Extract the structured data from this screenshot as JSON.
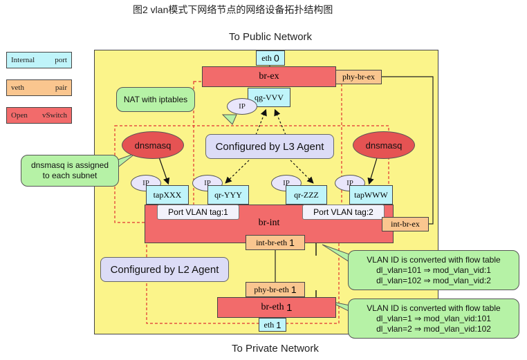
{
  "figure_title": "图2  vlan模式下网络节点的网络设备拓扑结构图",
  "top_label": "To Public Network",
  "bottom_label": "To Private Network",
  "legend": [
    {
      "left": "Internal",
      "right": "port",
      "color": "#bff4fa"
    },
    {
      "left": "veth",
      "right": "pair",
      "color": "#fac68f"
    },
    {
      "left": "Open",
      "right": "vSwitch",
      "color": "#f26b6b"
    }
  ],
  "ports": {
    "eth0_prefix": "eth",
    "eth0_num": "0",
    "eth1_prefix": "eth",
    "eth1_num": "1",
    "qg": "qg-VVV",
    "tapXXX": "tapXXX",
    "qrYYY": "qr-YYY",
    "qrZZZ": "qr-ZZZ",
    "tapWWW": "tapWWW",
    "phy_br_ex": "phy-br-ex",
    "int_br_ex": "int-br-ex",
    "int_br_eth_prefix": "int-br-eth",
    "int_br_eth_num": "1",
    "phy_br_eth_prefix": "phy-br-eth",
    "phy_br_eth_num": "1"
  },
  "bridges": {
    "br_ex": "br-ex",
    "br_int": "br-int",
    "br_eth_prefix": "br-eth",
    "br_eth_num": "1"
  },
  "ip_label": "IP",
  "dnsmasq": "dnsmasq",
  "nat_callout": "NAT with iptables",
  "dnsmasq_callout": [
    "dnsmasq is assigned",
    "to each subnet"
  ],
  "l3_agent": "Configured by L3 Agent",
  "l2_agent": "Configured by L2 Agent",
  "port_vlan_tag_1": "Port VLAN tag:1",
  "port_vlan_tag_2": "Port VLAN tag:2",
  "vlan_callout_top": [
    "VLAN ID is converted with flow table",
    "dl_vlan=101 ⇒ mod_vlan_vid:1",
    "dl_vlan=102 ⇒ mod_vlan_vid:2"
  ],
  "vlan_callout_bottom": [
    "VLAN ID is converted with flow table",
    "dl_vlan=1 ⇒ mod_vlan_vid:101",
    "dl_vlan=2 ⇒ mod_vlan_vid:102"
  ]
}
